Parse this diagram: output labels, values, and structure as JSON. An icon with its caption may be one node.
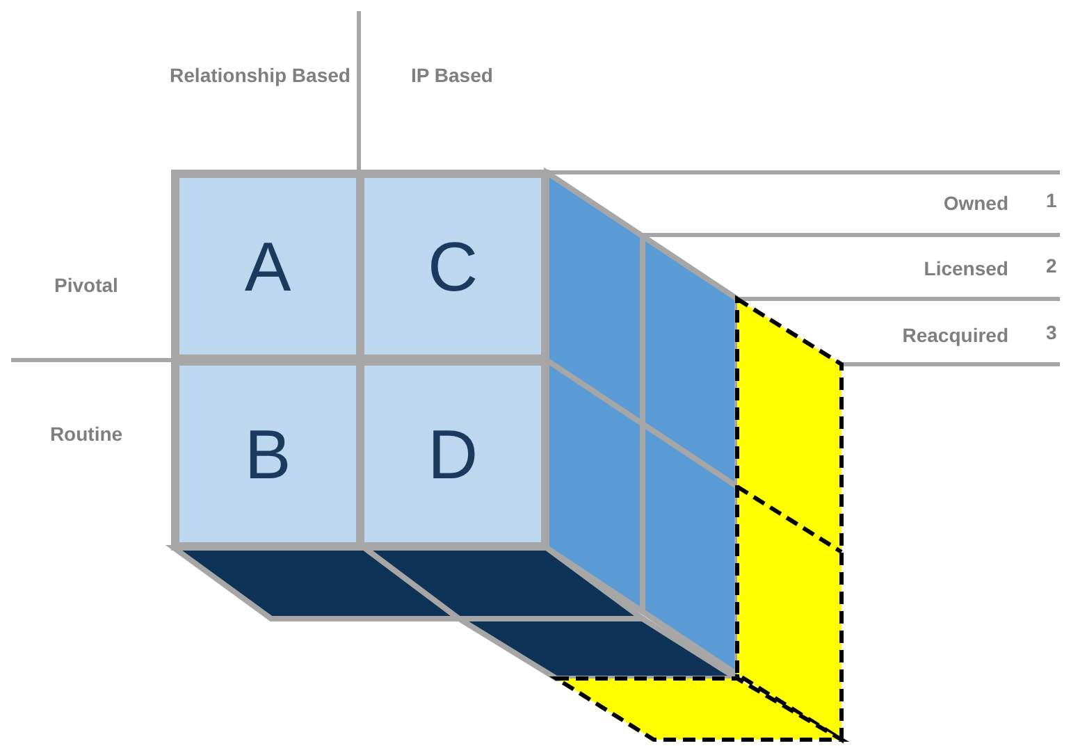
{
  "diagram": {
    "nodes": [
      {
        "text": [
          "A"
        ]
      },
      {
        "text": [
          "B"
        ]
      },
      {
        "text": [
          "C"
        ]
      },
      {
        "text": [
          "D"
        ]
      }
    ],
    "labels": [
      "Relationship Based",
      "IP Based",
      "Owned",
      "1",
      "Pivotal",
      "Licensed",
      "2",
      "Reacquired",
      "3",
      "Routine"
    ]
  }
}
